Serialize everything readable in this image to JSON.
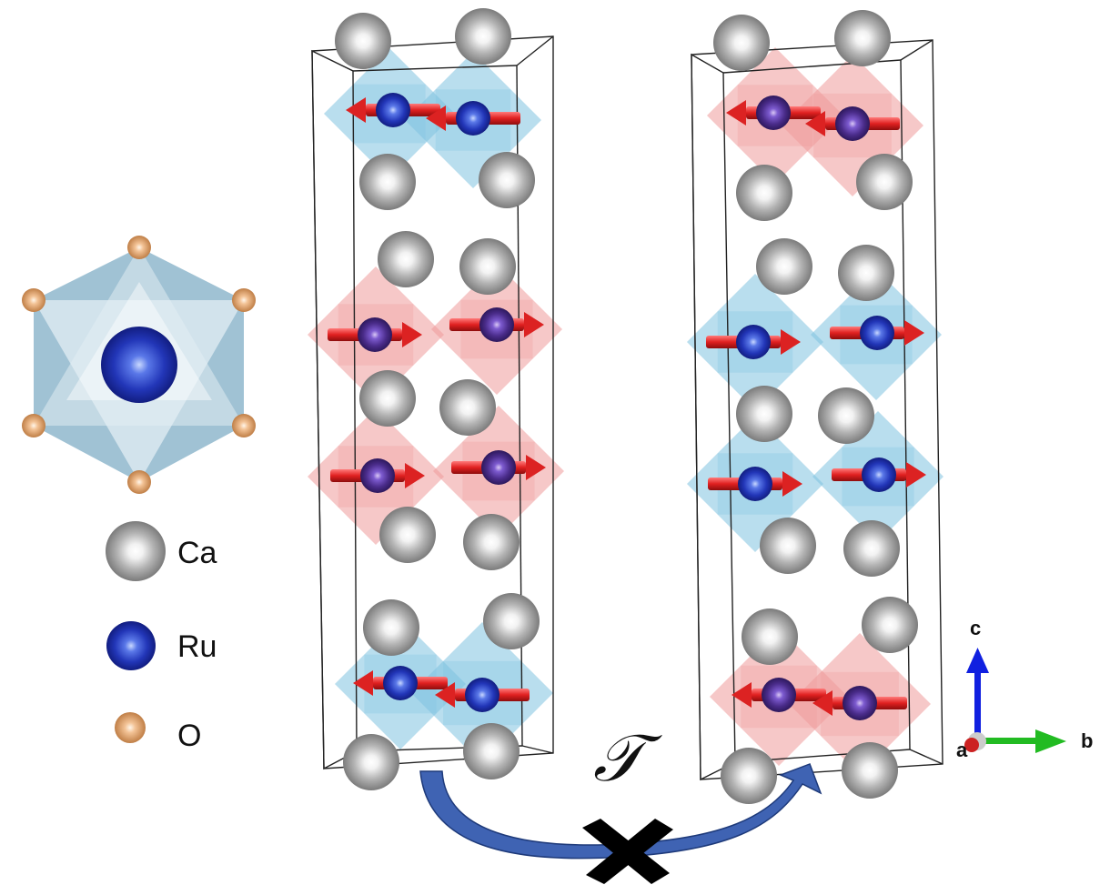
{
  "legend": {
    "items": [
      {
        "label": "Ca",
        "color": "#8f8f8f"
      },
      {
        "label": "Ru",
        "color": "#1f2fb8"
      },
      {
        "label": "O",
        "color": "#e0a06a"
      }
    ]
  },
  "operator": {
    "symbol": "𝒯"
  },
  "axes": {
    "c_label": "c",
    "b_label": "b",
    "a_label": "a"
  },
  "colors": {
    "octahedron_blue": "#7fc3e0",
    "octahedron_red": "#ef9a9a",
    "spin_arrow": "#dc2222",
    "curved_arrow": "#3f63b3",
    "cross": "#000000",
    "axis_c": "#1020e0",
    "axis_b": "#22bb22",
    "axis_a": "#cc2222"
  },
  "icons": [
    "octahedron-icon",
    "ca-atom-icon",
    "ru-atom-icon",
    "o-atom-icon",
    "cross-mark-icon",
    "curved-arrow-icon"
  ]
}
